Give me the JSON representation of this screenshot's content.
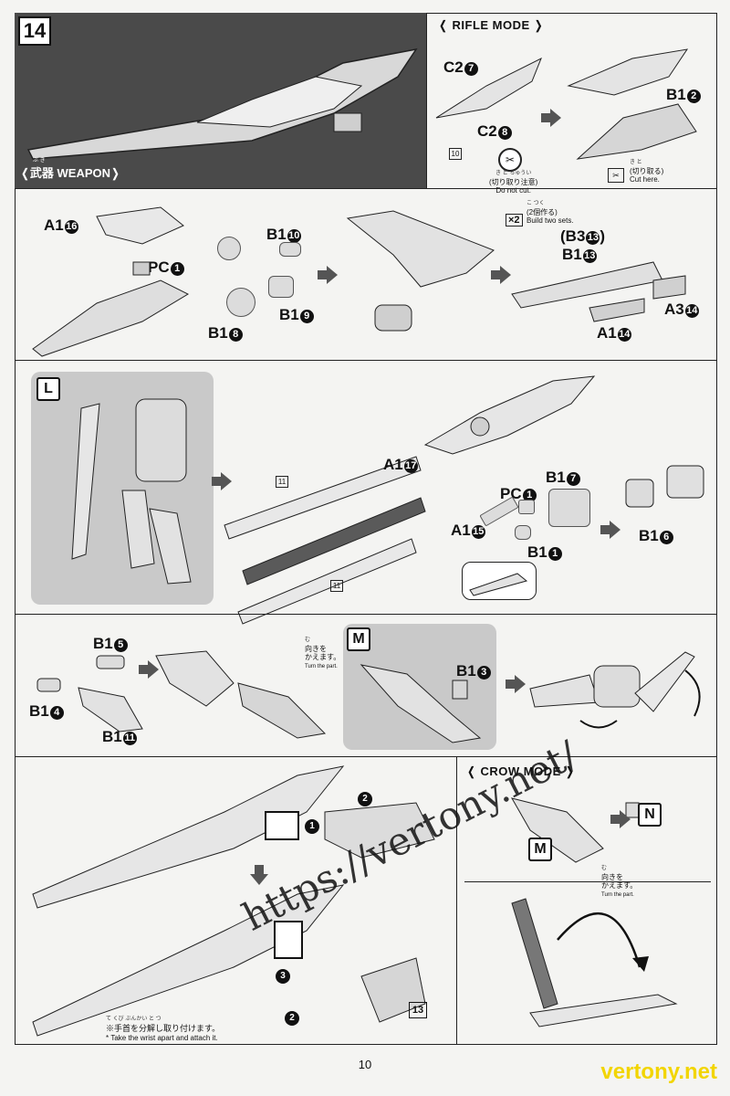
{
  "step_number": "14",
  "weapon_title": "武器 WEAPON",
  "weapon_title_ruby": "ぶ き",
  "rifle_mode_title": "RIFLE MODE",
  "crow_mode_title": "CROW MODE",
  "labels": {
    "c2_7": "C2",
    "c2_7_num": "7",
    "c2_8": "C2",
    "c2_8_num": "8",
    "b1_2": "B1",
    "b1_2_num": "2",
    "a1_16": "A1",
    "a1_16_num": "16",
    "pc_1a": "PC",
    "pc_1a_num": "1",
    "b1_10": "B1",
    "b1_10_num": "10",
    "b1_8": "B1",
    "b1_8_num": "8",
    "b1_9": "B1",
    "b1_9_num": "9",
    "b3_13": "(B3",
    "b3_13_num": "13",
    "b3_13_close": ")",
    "b1_13": "B1",
    "b1_13_num": "13",
    "a1_14": "A1",
    "a1_14_num": "14",
    "a3_14": "A3",
    "a3_14_num": "14",
    "a1_17": "A1",
    "a1_17_num": "17",
    "pc_1b": "PC",
    "pc_1b_num": "1",
    "b1_7": "B1",
    "b1_7_num": "7",
    "a1_15": "A1",
    "a1_15_num": "15",
    "b1_1": "B1",
    "b1_1_num": "1",
    "b1_6": "B1",
    "b1_6_num": "6",
    "b1_5": "B1",
    "b1_5_num": "5",
    "b1_4": "B1",
    "b1_4_num": "4",
    "b1_11": "B1",
    "b1_11_num": "11",
    "b1_3": "B1",
    "b1_3_num": "3",
    "box_l": "L",
    "box_m": "M",
    "box_m2": "M",
    "box_n": "N",
    "ref_10": "10",
    "ref_11a": "11",
    "ref_11b": "11",
    "ref_13": "13",
    "step_1": "1",
    "step_2": "2",
    "step_2b": "2",
    "step_3": "3"
  },
  "notes": {
    "do_not_cut_jp": "(切り取り注意)",
    "do_not_cut_ruby": "き と ちゅうい",
    "do_not_cut_en": "Do not cut.",
    "cut_here_jp": "(切り取る)",
    "cut_here_ruby": "き と",
    "cut_here_en": "Cut here.",
    "build_two_jp": "(2個作る)",
    "build_two_ruby": "こ つく",
    "build_two_en": "Build two sets.",
    "build_two_mult": "×2",
    "turn_jp_1": "向きを",
    "turn_jp_2": "かえます。",
    "turn_ruby": "む",
    "turn_en": "Turn the part.",
    "turn2_jp_1": "向きを",
    "turn2_jp_2": "かえます。",
    "turn2_ruby": "む",
    "turn2_en": "Turn the part.",
    "wrist_ruby": "て くび ぶんかい と つ",
    "wrist_jp": "※手首を分解し取り付けます。",
    "wrist_en": "* Take the wrist apart and attach it."
  },
  "page_number": "10",
  "watermark_url": "https://vertony.net/",
  "watermark_brand": "vertony.net",
  "colors": {
    "dark_panel": "#4a4a4a",
    "gray_panel": "#c9c9c9",
    "watermark_yellow": "#f2d500",
    "border": "#222222"
  }
}
